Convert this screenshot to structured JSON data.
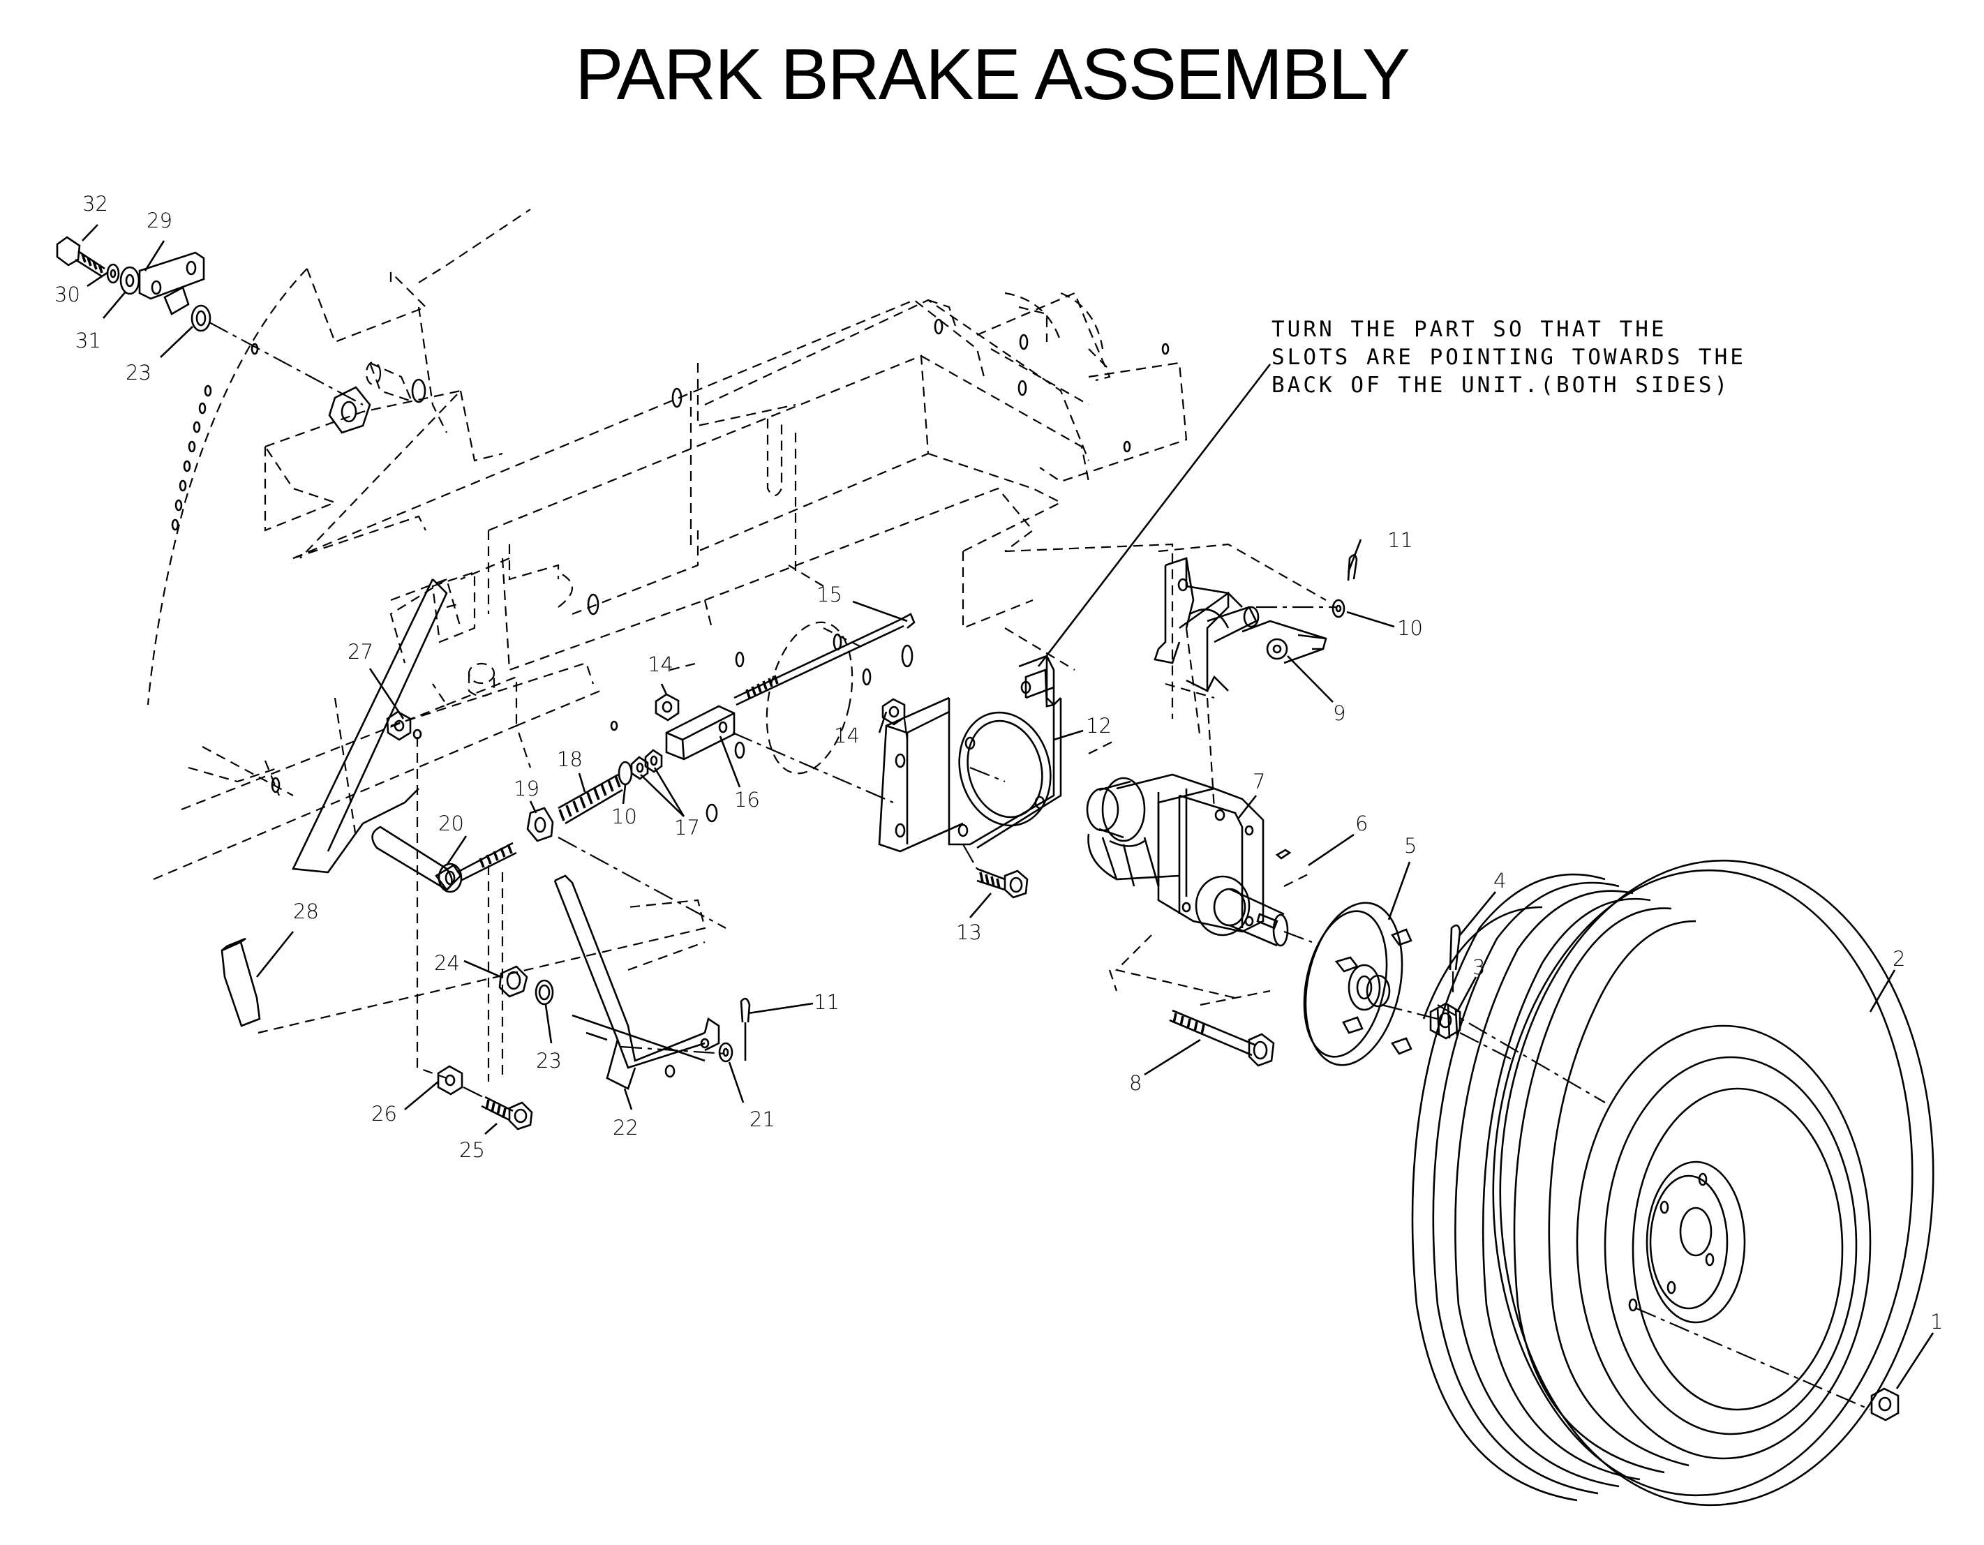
{
  "title": "PARK BRAKE ASSEMBLY",
  "note": {
    "lines": [
      "TURN THE PART SO THAT THE",
      "SLOTS ARE POINTING TOWARDS THE",
      "BACK OF THE UNIT.(BOTH SIDES)"
    ]
  },
  "callouts": [
    {
      "id": "c32",
      "label": "32"
    },
    {
      "id": "c29",
      "label": "29"
    },
    {
      "id": "c30",
      "label": "30"
    },
    {
      "id": "c31",
      "label": "31"
    },
    {
      "id": "c23a",
      "label": "23"
    },
    {
      "id": "c27",
      "label": "27"
    },
    {
      "id": "c15",
      "label": "15"
    },
    {
      "id": "c14a",
      "label": "14"
    },
    {
      "id": "c14b",
      "label": "14"
    },
    {
      "id": "c12",
      "label": "12"
    },
    {
      "id": "c11a",
      "label": "11"
    },
    {
      "id": "c10a",
      "label": "10"
    },
    {
      "id": "c9",
      "label": "9"
    },
    {
      "id": "c18",
      "label": "18"
    },
    {
      "id": "c19",
      "label": "19"
    },
    {
      "id": "c10b",
      "label": "10"
    },
    {
      "id": "c17",
      "label": "17"
    },
    {
      "id": "c16",
      "label": "16"
    },
    {
      "id": "c20",
      "label": "20"
    },
    {
      "id": "c28",
      "label": "28"
    },
    {
      "id": "c7",
      "label": "7"
    },
    {
      "id": "c6",
      "label": "6"
    },
    {
      "id": "c5",
      "label": "5"
    },
    {
      "id": "c4",
      "label": "4"
    },
    {
      "id": "c13",
      "label": "13"
    },
    {
      "id": "c24",
      "label": "24"
    },
    {
      "id": "c23b",
      "label": "23"
    },
    {
      "id": "c11b",
      "label": "11"
    },
    {
      "id": "c21",
      "label": "21"
    },
    {
      "id": "c22",
      "label": "22"
    },
    {
      "id": "c26",
      "label": "26"
    },
    {
      "id": "c25",
      "label": "25"
    },
    {
      "id": "c8",
      "label": "8"
    },
    {
      "id": "c3",
      "label": "3"
    },
    {
      "id": "c2",
      "label": "2"
    },
    {
      "id": "c1",
      "label": "1"
    }
  ]
}
